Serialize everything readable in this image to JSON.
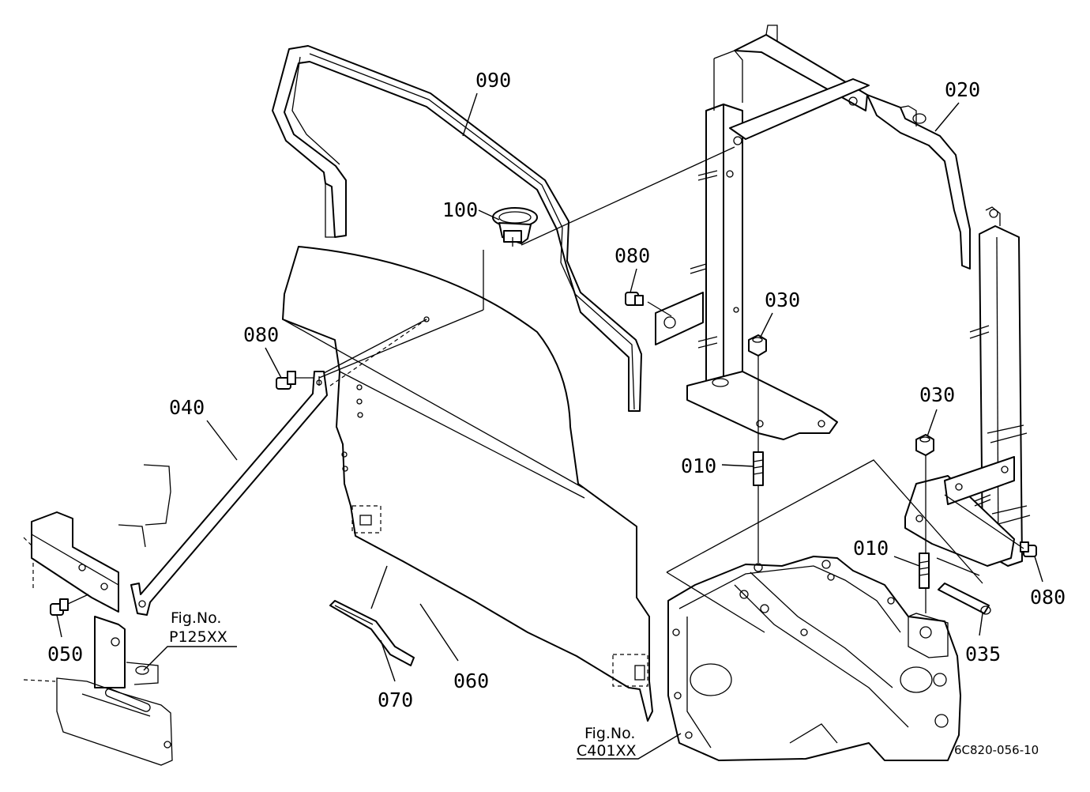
{
  "diagram": {
    "drawing_code": "6C820-056-10",
    "callouts": {
      "p090": "090",
      "p100": "100",
      "p080_left": "080",
      "p040": "040",
      "p050": "050",
      "p060": "060",
      "p070": "070",
      "p080_mid": "080",
      "p030_mid": "030",
      "p010_mid": "010",
      "p020": "020",
      "p030_right": "030",
      "p010_right": "010",
      "p080_right": "080",
      "p035": "035"
    },
    "references": {
      "left": {
        "title": "Fig.No.",
        "code": "P125XX"
      },
      "bottom": {
        "title": "Fig.No.",
        "code": "C401XX"
      }
    }
  }
}
